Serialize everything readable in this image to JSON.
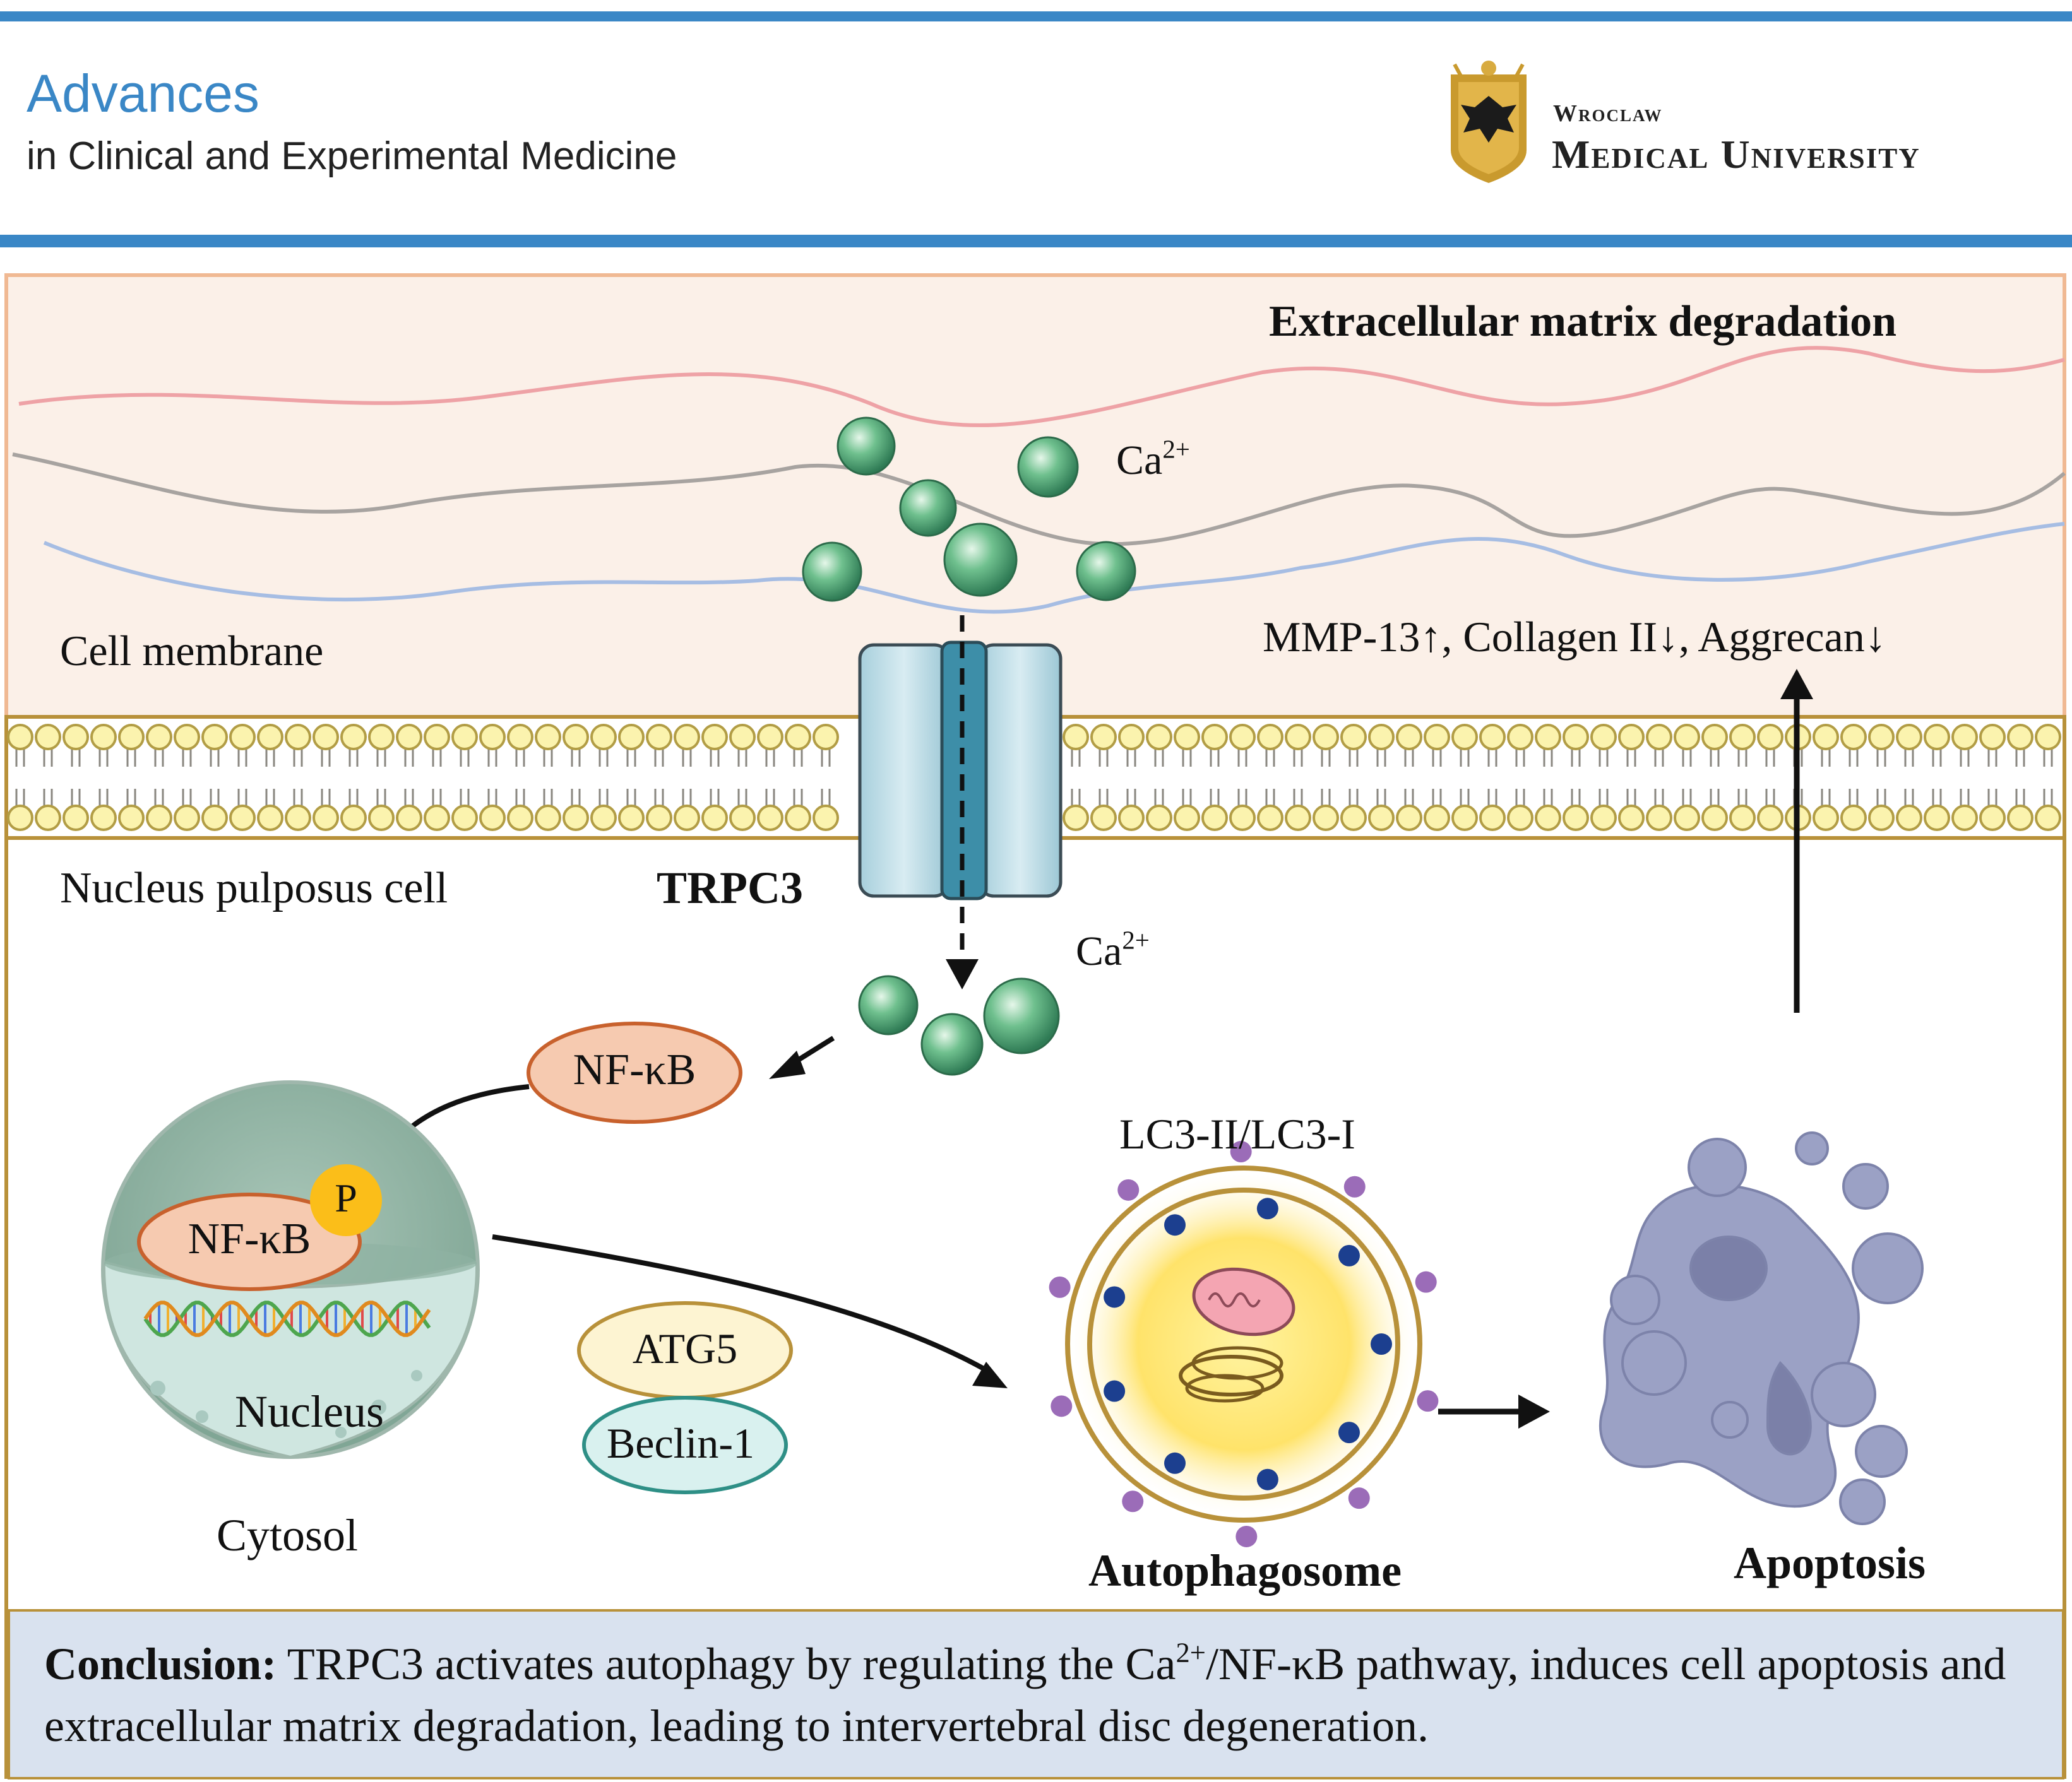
{
  "header": {
    "journal_name": "Advances",
    "journal_subtitle": "in Clinical and Experimental Medicine",
    "university_line1": "Wroclaw",
    "university_line2": "Medical University"
  },
  "colors": {
    "accent_blue": "#3a87c6",
    "ecm_background": "#fbf0e8",
    "cell_border": "#b8913a",
    "lipid_head": "#fbf3ae",
    "calcium_green": "#5fb383",
    "nfkb_fill": "#f6cab0",
    "nfkb_border": "#c8612d",
    "atg5_fill": "#fdf4d2",
    "beclin_fill": "#d9f1ef",
    "beclin_border": "#2e8f86",
    "conclusion_bg": "#d9e2ef"
  },
  "diagram": {
    "ecm_title": "Extracellular matrix degradation",
    "cell_membrane_label": "Cell membrane",
    "np_cell_label": "Nucleus pulposus cell",
    "channel_label": "TRPC3",
    "calcium_outside": {
      "base": "Ca",
      "sup": "2+"
    },
    "calcium_inside": {
      "base": "Ca",
      "sup": "2+"
    },
    "ecm_markers": "MMP-13↑, Collagen II↓, Aggrecan↓",
    "nfkb_cytoplasm": "NF-κB",
    "nfkb_nucleus": "NF-κB",
    "phospho_label": "P",
    "nucleus_label": "Nucleus",
    "cytosol_label": "Cytosol",
    "atg5_label": "ATG5",
    "beclin_label": "Beclin-1",
    "lc3_label": "LC3-II/LC3-I",
    "autophagosome_label": "Autophagosome",
    "apoptosis_label": "Apoptosis"
  },
  "conclusion": {
    "heading": "Conclusion:",
    "text_part1": " TRPC3 activates autophagy by regulating the Ca",
    "sup": "2+",
    "text_part2": "/NF-κB pathway, induces cell apoptosis and extracellular matrix degradation, leading to intervertebral disc degeneration."
  }
}
